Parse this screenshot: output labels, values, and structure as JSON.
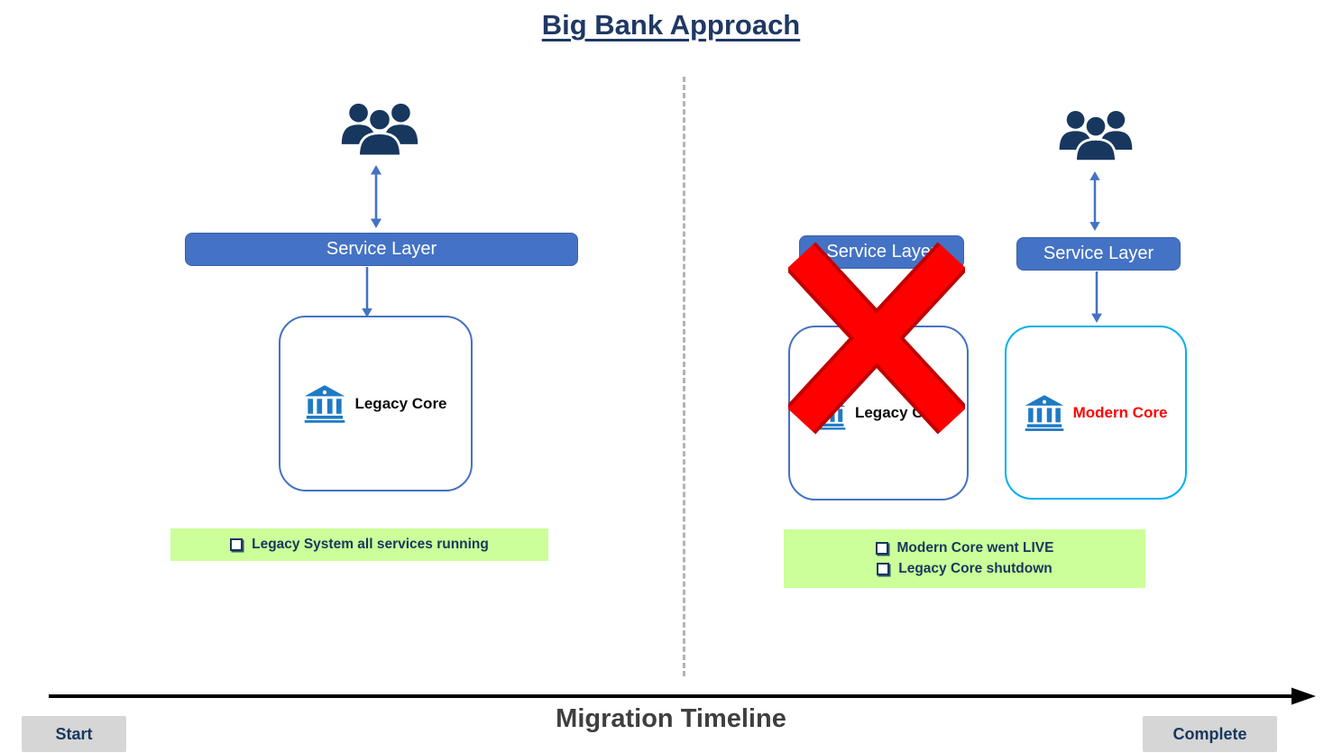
{
  "title": "Big Bank Approach",
  "phase_start": {
    "service_layer": "Service Layer",
    "core": "Legacy Core",
    "notes": [
      "Legacy System all services running"
    ]
  },
  "phase_complete": {
    "legacy_service_layer": "Service Layer",
    "legacy_core": "Legacy Core",
    "modern_service_layer": "Service Layer",
    "modern_core": "Modern Core",
    "notes": [
      "Modern Core went LIVE",
      "Legacy Core shutdown"
    ]
  },
  "timeline": {
    "label": "Migration Timeline",
    "start": "Start",
    "complete": "Complete"
  },
  "icons": {
    "users": "users-group-icon",
    "bank": "bank-building-icon",
    "cross": "red-x-icon",
    "double_arrow": "double-headed-arrow-icon",
    "down_arrow": "down-arrow-icon",
    "bullet": "checkbox-bullet-icon"
  },
  "colors": {
    "title_text": "#1F3864",
    "service_layer_fill": "#4472C4",
    "legacy_core_border": "#4472C4",
    "modern_core_border": "#00B0F0",
    "modern_core_text": "#FF0000",
    "note_background": "#CCFF99",
    "note_text": "#17375E",
    "cross_red": "#FF0000",
    "arrow_blue": "#4472C4",
    "users_navy": "#17375E",
    "bank_blue": "#1F7AC4",
    "timeline_arrow": "#000000",
    "badge_background": "#D6D6D6"
  }
}
